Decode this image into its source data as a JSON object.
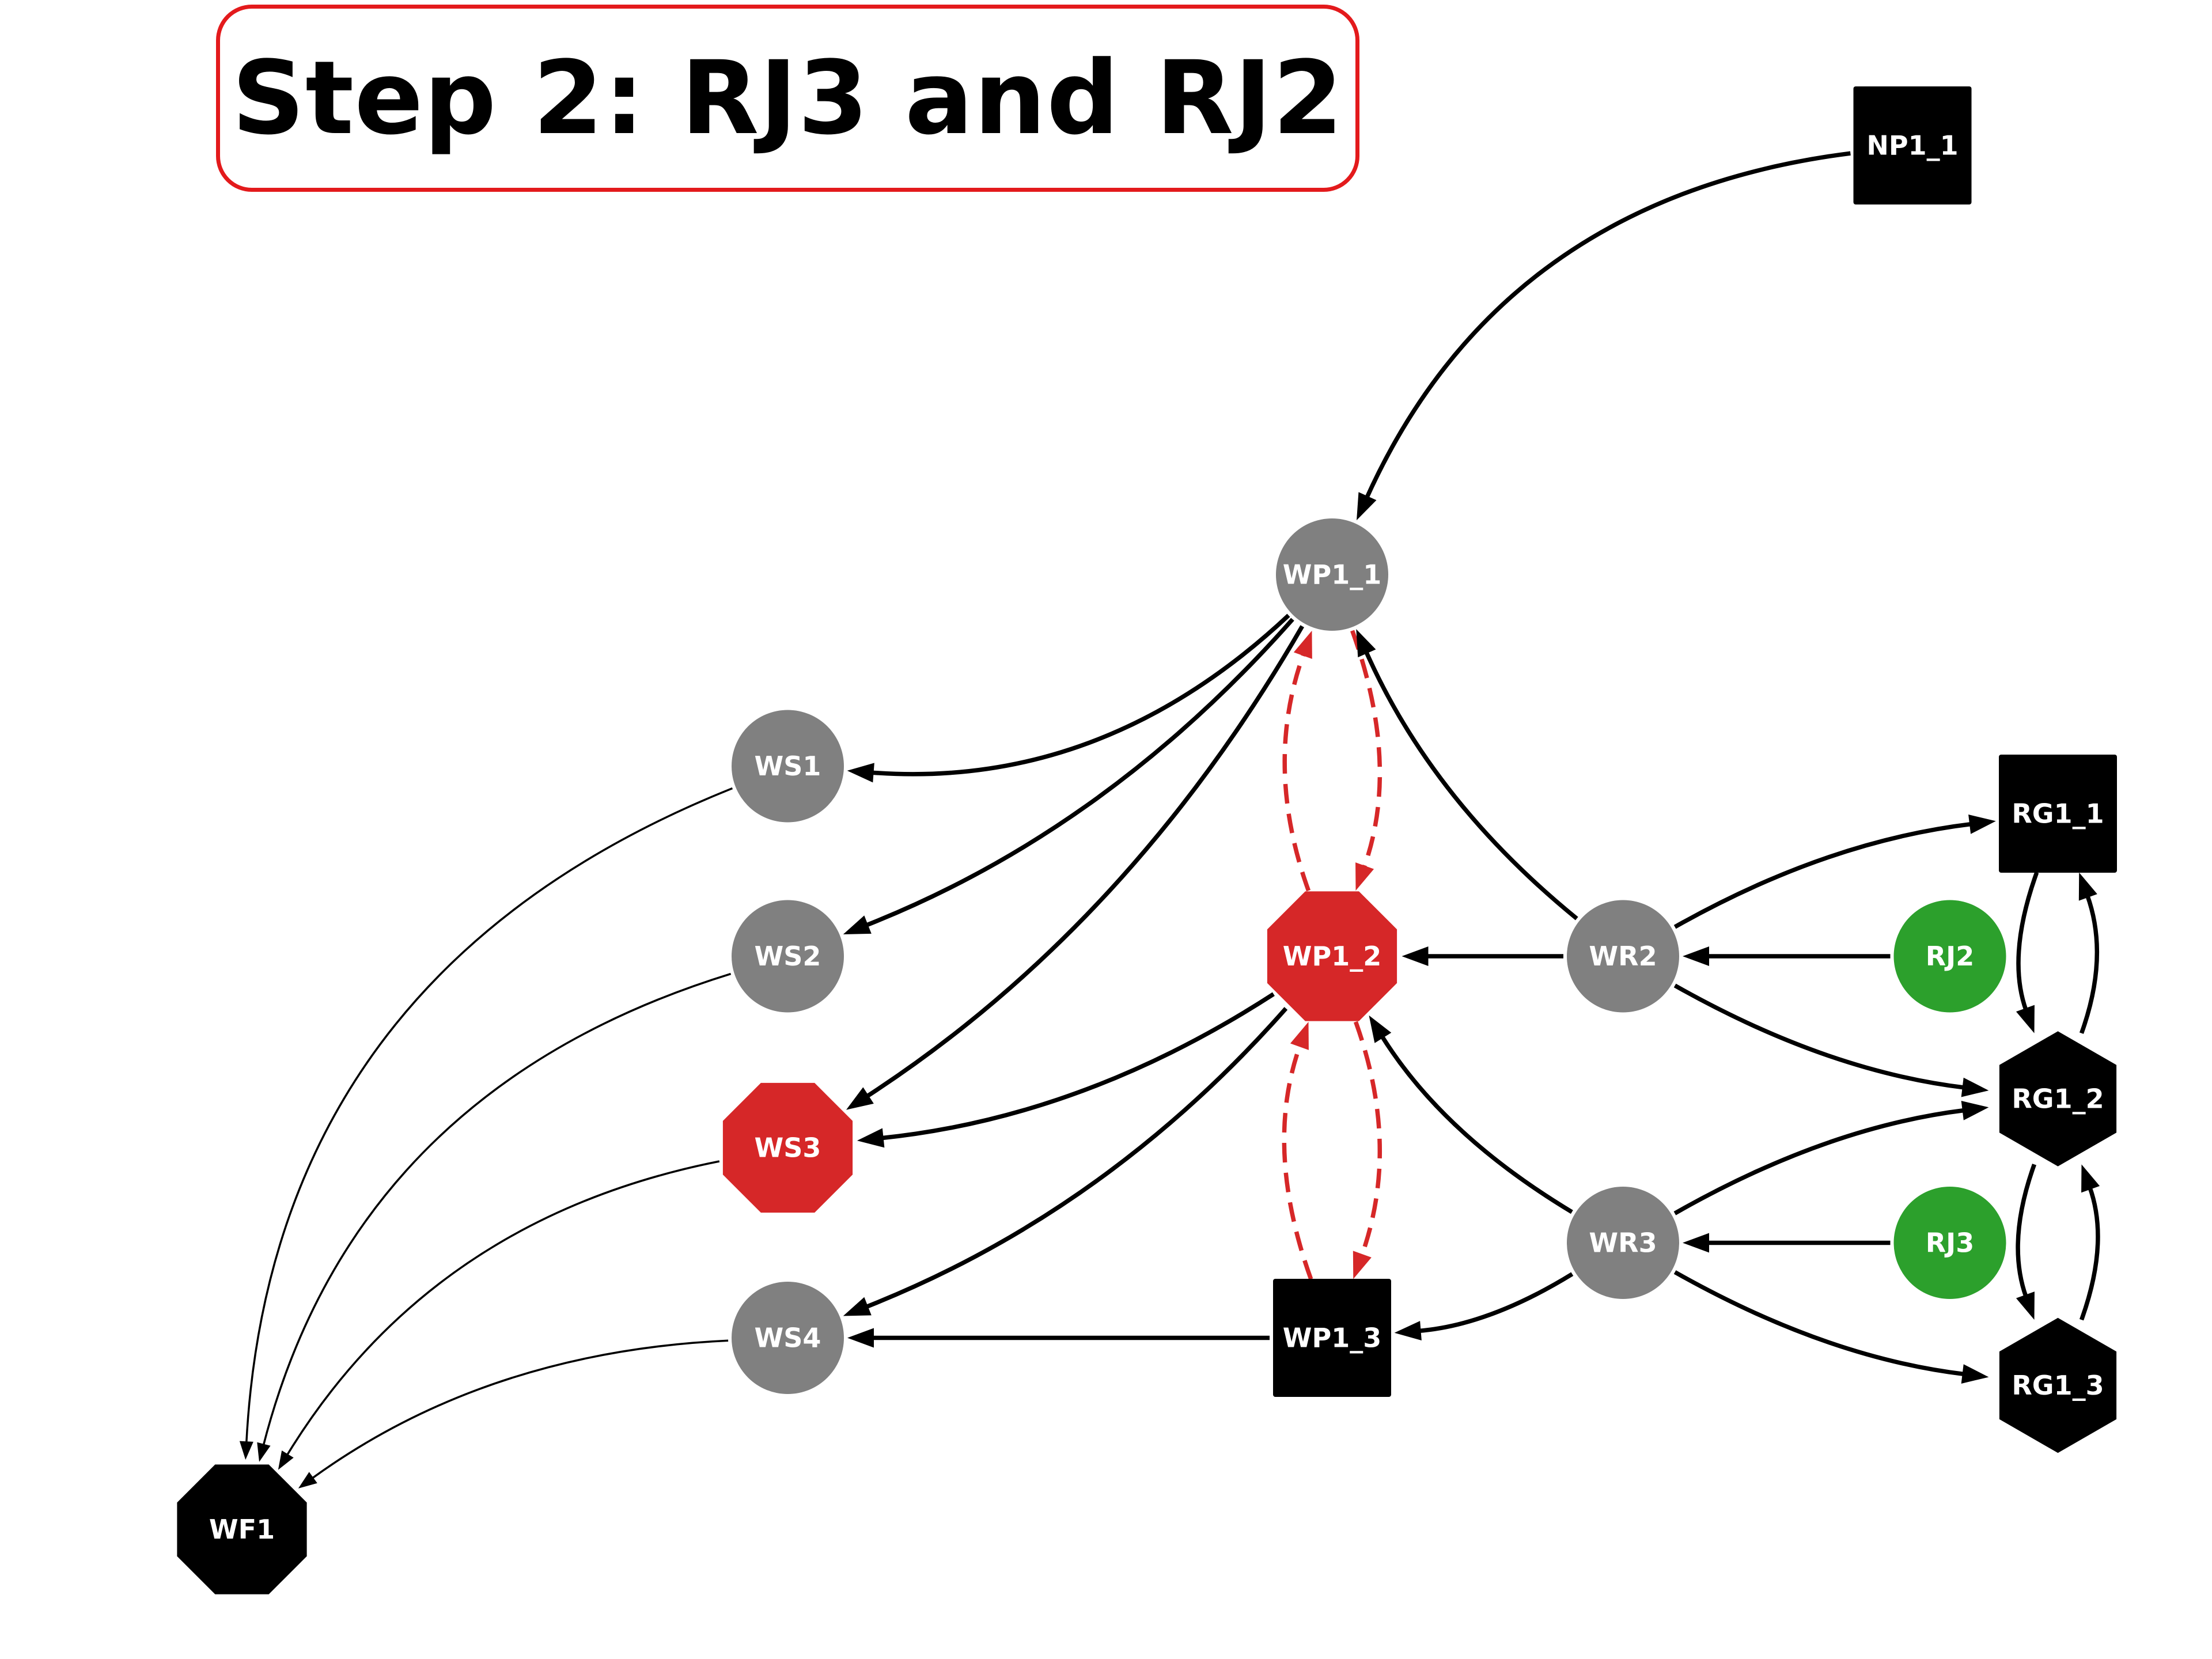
{
  "title": "Step 2: RJ3 and RJ2",
  "colors": {
    "gray": "#808080",
    "red": "#d62728",
    "green": "#2ca02c",
    "black": "#000000",
    "title_border": "#e31a1c",
    "label": "#ffffff"
  },
  "nodes": [
    {
      "id": "NP1_1",
      "label": "NP1_1",
      "shape": "square",
      "color": "black"
    },
    {
      "id": "WP1_1",
      "label": "WP1_1",
      "shape": "circle",
      "color": "gray"
    },
    {
      "id": "WS1",
      "label": "WS1",
      "shape": "circle",
      "color": "gray"
    },
    {
      "id": "WS2",
      "label": "WS2",
      "shape": "circle",
      "color": "gray"
    },
    {
      "id": "WS3",
      "label": "WS3",
      "shape": "octagon",
      "color": "red"
    },
    {
      "id": "WS4",
      "label": "WS4",
      "shape": "circle",
      "color": "gray"
    },
    {
      "id": "WP1_2",
      "label": "WP1_2",
      "shape": "octagon",
      "color": "red"
    },
    {
      "id": "WP1_3",
      "label": "WP1_3",
      "shape": "square",
      "color": "black"
    },
    {
      "id": "WR2",
      "label": "WR2",
      "shape": "circle",
      "color": "gray"
    },
    {
      "id": "WR3",
      "label": "WR3",
      "shape": "circle",
      "color": "gray"
    },
    {
      "id": "RJ2",
      "label": "RJ2",
      "shape": "circle",
      "color": "green"
    },
    {
      "id": "RJ3",
      "label": "RJ3",
      "shape": "circle",
      "color": "green"
    },
    {
      "id": "RG1_1",
      "label": "RG1_1",
      "shape": "square",
      "color": "black"
    },
    {
      "id": "RG1_2",
      "label": "RG1_2",
      "shape": "hexagon",
      "color": "black"
    },
    {
      "id": "RG1_3",
      "label": "RG1_3",
      "shape": "hexagon",
      "color": "black"
    },
    {
      "id": "WF1",
      "label": "WF1",
      "shape": "octagon",
      "color": "black"
    }
  ],
  "edges": [
    {
      "from": "NP1_1",
      "to": "WP1_1",
      "style": "solid"
    },
    {
      "from": "WP1_1",
      "to": "WS1",
      "style": "solid"
    },
    {
      "from": "WP1_1",
      "to": "WS2",
      "style": "solid"
    },
    {
      "from": "WP1_1",
      "to": "WS3",
      "style": "solid"
    },
    {
      "from": "WP1_1",
      "to": "WP1_2",
      "style": "dashed"
    },
    {
      "from": "WP1_2",
      "to": "WP1_1",
      "style": "dashed"
    },
    {
      "from": "WR2",
      "to": "WP1_1",
      "style": "solid"
    },
    {
      "from": "WR2",
      "to": "WP1_2",
      "style": "solid"
    },
    {
      "from": "RJ2",
      "to": "WR2",
      "style": "solid"
    },
    {
      "from": "WR2",
      "to": "RG1_1",
      "style": "solid"
    },
    {
      "from": "WR2",
      "to": "RG1_2",
      "style": "solid"
    },
    {
      "from": "WP1_2",
      "to": "WS3",
      "style": "solid"
    },
    {
      "from": "WP1_2",
      "to": "WS4",
      "style": "solid"
    },
    {
      "from": "WP1_2",
      "to": "WP1_3",
      "style": "dashed"
    },
    {
      "from": "WP1_3",
      "to": "WP1_2",
      "style": "dashed"
    },
    {
      "from": "WR3",
      "to": "WP1_2",
      "style": "solid"
    },
    {
      "from": "WR3",
      "to": "WP1_3",
      "style": "solid"
    },
    {
      "from": "RJ3",
      "to": "WR3",
      "style": "solid"
    },
    {
      "from": "WR3",
      "to": "RG1_2",
      "style": "solid"
    },
    {
      "from": "WR3",
      "to": "RG1_3",
      "style": "solid"
    },
    {
      "from": "WP1_3",
      "to": "WS4",
      "style": "solid"
    },
    {
      "from": "RG1_1",
      "to": "RG1_2",
      "style": "solid"
    },
    {
      "from": "RG1_2",
      "to": "RG1_1",
      "style": "solid"
    },
    {
      "from": "RG1_2",
      "to": "RG1_3",
      "style": "solid"
    },
    {
      "from": "RG1_3",
      "to": "RG1_2",
      "style": "solid"
    },
    {
      "from": "WS1",
      "to": "WF1",
      "style": "thin"
    },
    {
      "from": "WS2",
      "to": "WF1",
      "style": "thin"
    },
    {
      "from": "WS3",
      "to": "WF1",
      "style": "thin"
    },
    {
      "from": "WS4",
      "to": "WF1",
      "style": "thin"
    }
  ]
}
